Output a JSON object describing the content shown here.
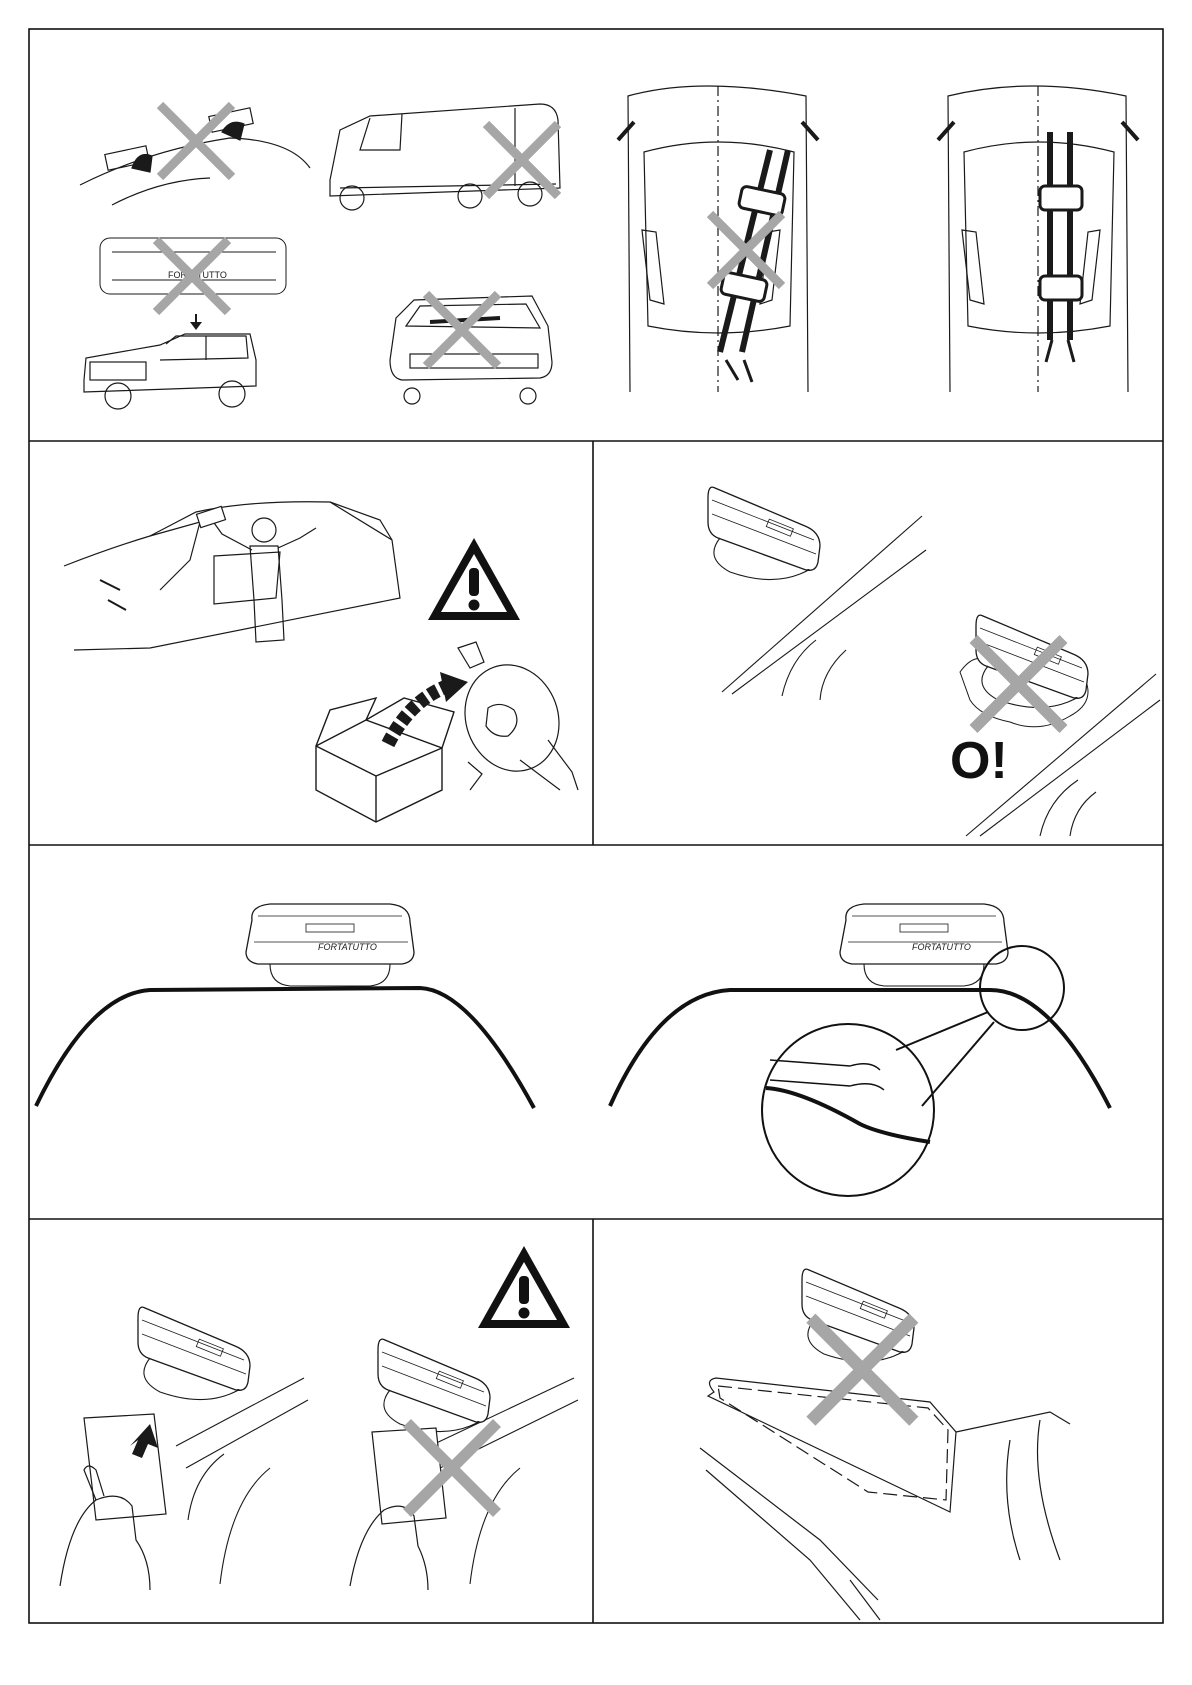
{
  "document": {
    "kind": "roof rack suction-mount installation instruction sheet (pictograms only)",
    "panels": [
      {
        "id": "panel-1",
        "content": "do-not-use cases: car roof, van, vehicle with rack, hatchback; strap on rear window incorrect vs correct"
      },
      {
        "id": "panel-2",
        "content": "clean roof and clean suction pad before use (warning)"
      },
      {
        "id": "panel-3",
        "content": "mount on clean roof; not on dirty surface"
      },
      {
        "id": "panel-4",
        "content": "mount only on flat part of roof, not on curved edge"
      },
      {
        "id": "panel-5",
        "content": "check with card under pad (warning)"
      },
      {
        "id": "panel-6",
        "content": "do not mount on sunroof/glass panel"
      }
    ]
  },
  "labels": {
    "brand_mark": "FORTATUTTO",
    "dirty_label": "O!"
  },
  "colors": {
    "border": "#111111",
    "cross": "#a6a6a6",
    "line": "#1a1a1a",
    "warning_fill": "#111111"
  },
  "icons": [
    "cross-mark-icon",
    "warning-triangle-icon",
    "arrow-icon",
    "magnifier-circle-icon"
  ]
}
